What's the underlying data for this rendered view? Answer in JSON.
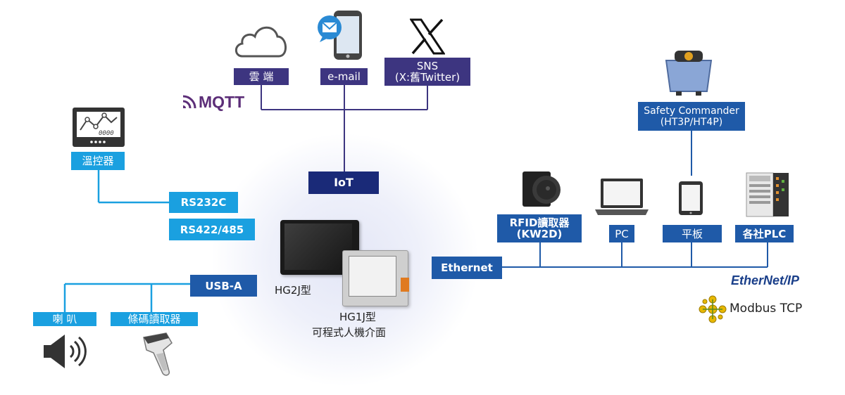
{
  "cloud": {
    "label": "雲 端"
  },
  "email": {
    "label": "e-mail"
  },
  "sns": {
    "line1": "SNS",
    "line2": "(X:舊Twitter)"
  },
  "mqtt": {
    "logo_text": "MQTT"
  },
  "iot": {
    "label": "IoT"
  },
  "monitor": {
    "label": "溫控器",
    "screen_text": "0000"
  },
  "rs232": {
    "label": "RS232C"
  },
  "rs422": {
    "label": "RS422/485"
  },
  "usb": {
    "label": "USB-A"
  },
  "speaker": {
    "label": "喇 叭"
  },
  "barcode": {
    "label": "條碼讀取器"
  },
  "hg2j": {
    "label": "HG2J型"
  },
  "hg1j": {
    "line1": "HG1J型",
    "line2": "可程式人機介面"
  },
  "ethernet": {
    "label": "Ethernet"
  },
  "rfid": {
    "line1": "RFID讀取器",
    "line2": "(KW2D)"
  },
  "pc": {
    "label": "PC"
  },
  "tablet": {
    "label": "平板"
  },
  "plc": {
    "label": "各社PLC"
  },
  "safety": {
    "line1": "Safety Commander",
    "line2": "(HT3P/HT4P)"
  },
  "ethernetip": {
    "text": "EtherNet/IP"
  },
  "modbus": {
    "text": "Modbus TCP"
  },
  "colors": {
    "purple": "#3d3580",
    "navy": "#1a2a78",
    "blue": "#1f5aa8",
    "cyan": "#1aa0e0"
  }
}
